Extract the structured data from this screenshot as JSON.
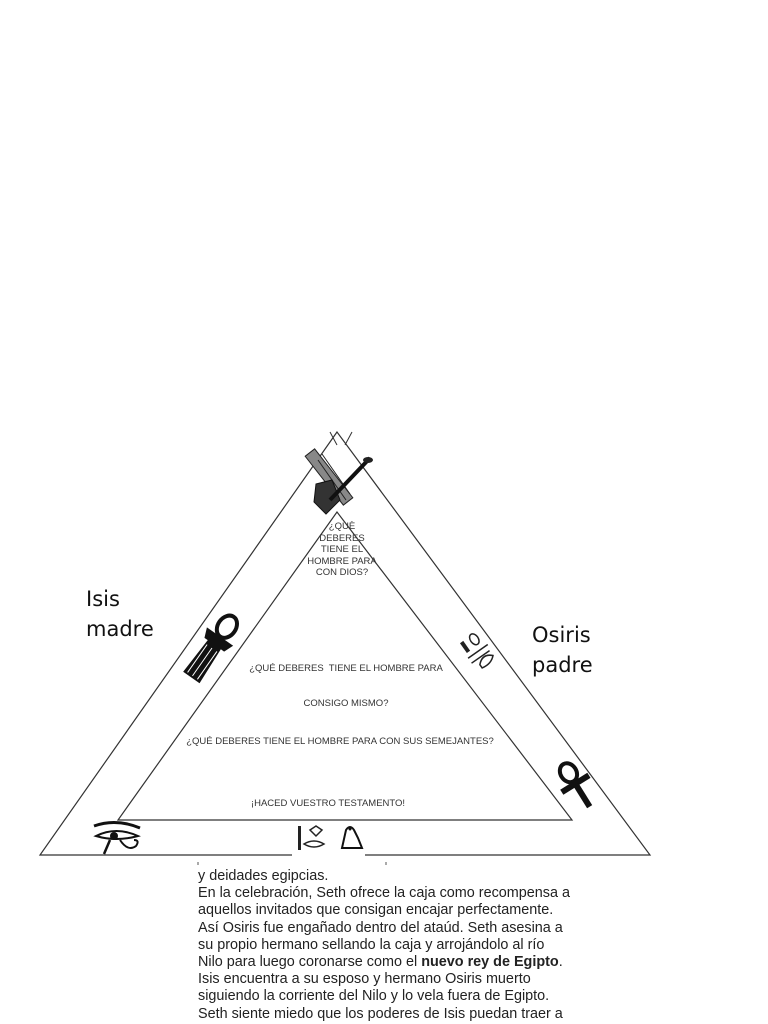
{
  "labels": {
    "isis": {
      "line1": "Isis",
      "line2": "madre"
    },
    "osiris": {
      "line1": "Osiris",
      "line2": "padre"
    }
  },
  "triangle_texts": {
    "top": [
      "¿QUÈ",
      "DEBERES",
      "TIENE EL",
      "HOMBRE PARA",
      "CON DIOS?"
    ],
    "middle": [
      "¿QUÉ DEBERES  TIENE EL HOMBRE PARA",
      "CONSIGO MISMO?"
    ],
    "lower": "¿QUÉ DEBERES TIENE EL HOMBRE PARA CON SUS SEMEJANTES?",
    "bottom": "¡HACED VUESTRO TESTAMENTO!"
  },
  "icons": [
    "trowel-and-square-icon",
    "ankh-figure-icon",
    "hieroglyph-column-icon",
    "ankh-icon",
    "eye-of-horus-icon",
    "hieroglyph-bird-icon"
  ],
  "body": {
    "line1": "y deidades egipcias.",
    "line2": "En la celebración, Seth ofrece la caja como recompensa a",
    "line3": "aquellos invitados que consigan encajar perfectamente.",
    "line4": "Así Osiris fue engañado dentro del ataúd. Seth asesina a",
    "line5": "su propio hermano sellando la caja y arrojándolo al río",
    "line6_pre": "Nilo para luego coronarse como el ",
    "line6_bold": "nuevo rey de Egipto",
    "line6_post": ".",
    "line7": "Isis encuentra a su esposo y hermano Osiris muerto",
    "line8": "siguiendo la corriente del Nilo y lo vela fuera de Egipto.",
    "line9": "Seth siente miedo que los poderes de Isis puedan traer a"
  }
}
